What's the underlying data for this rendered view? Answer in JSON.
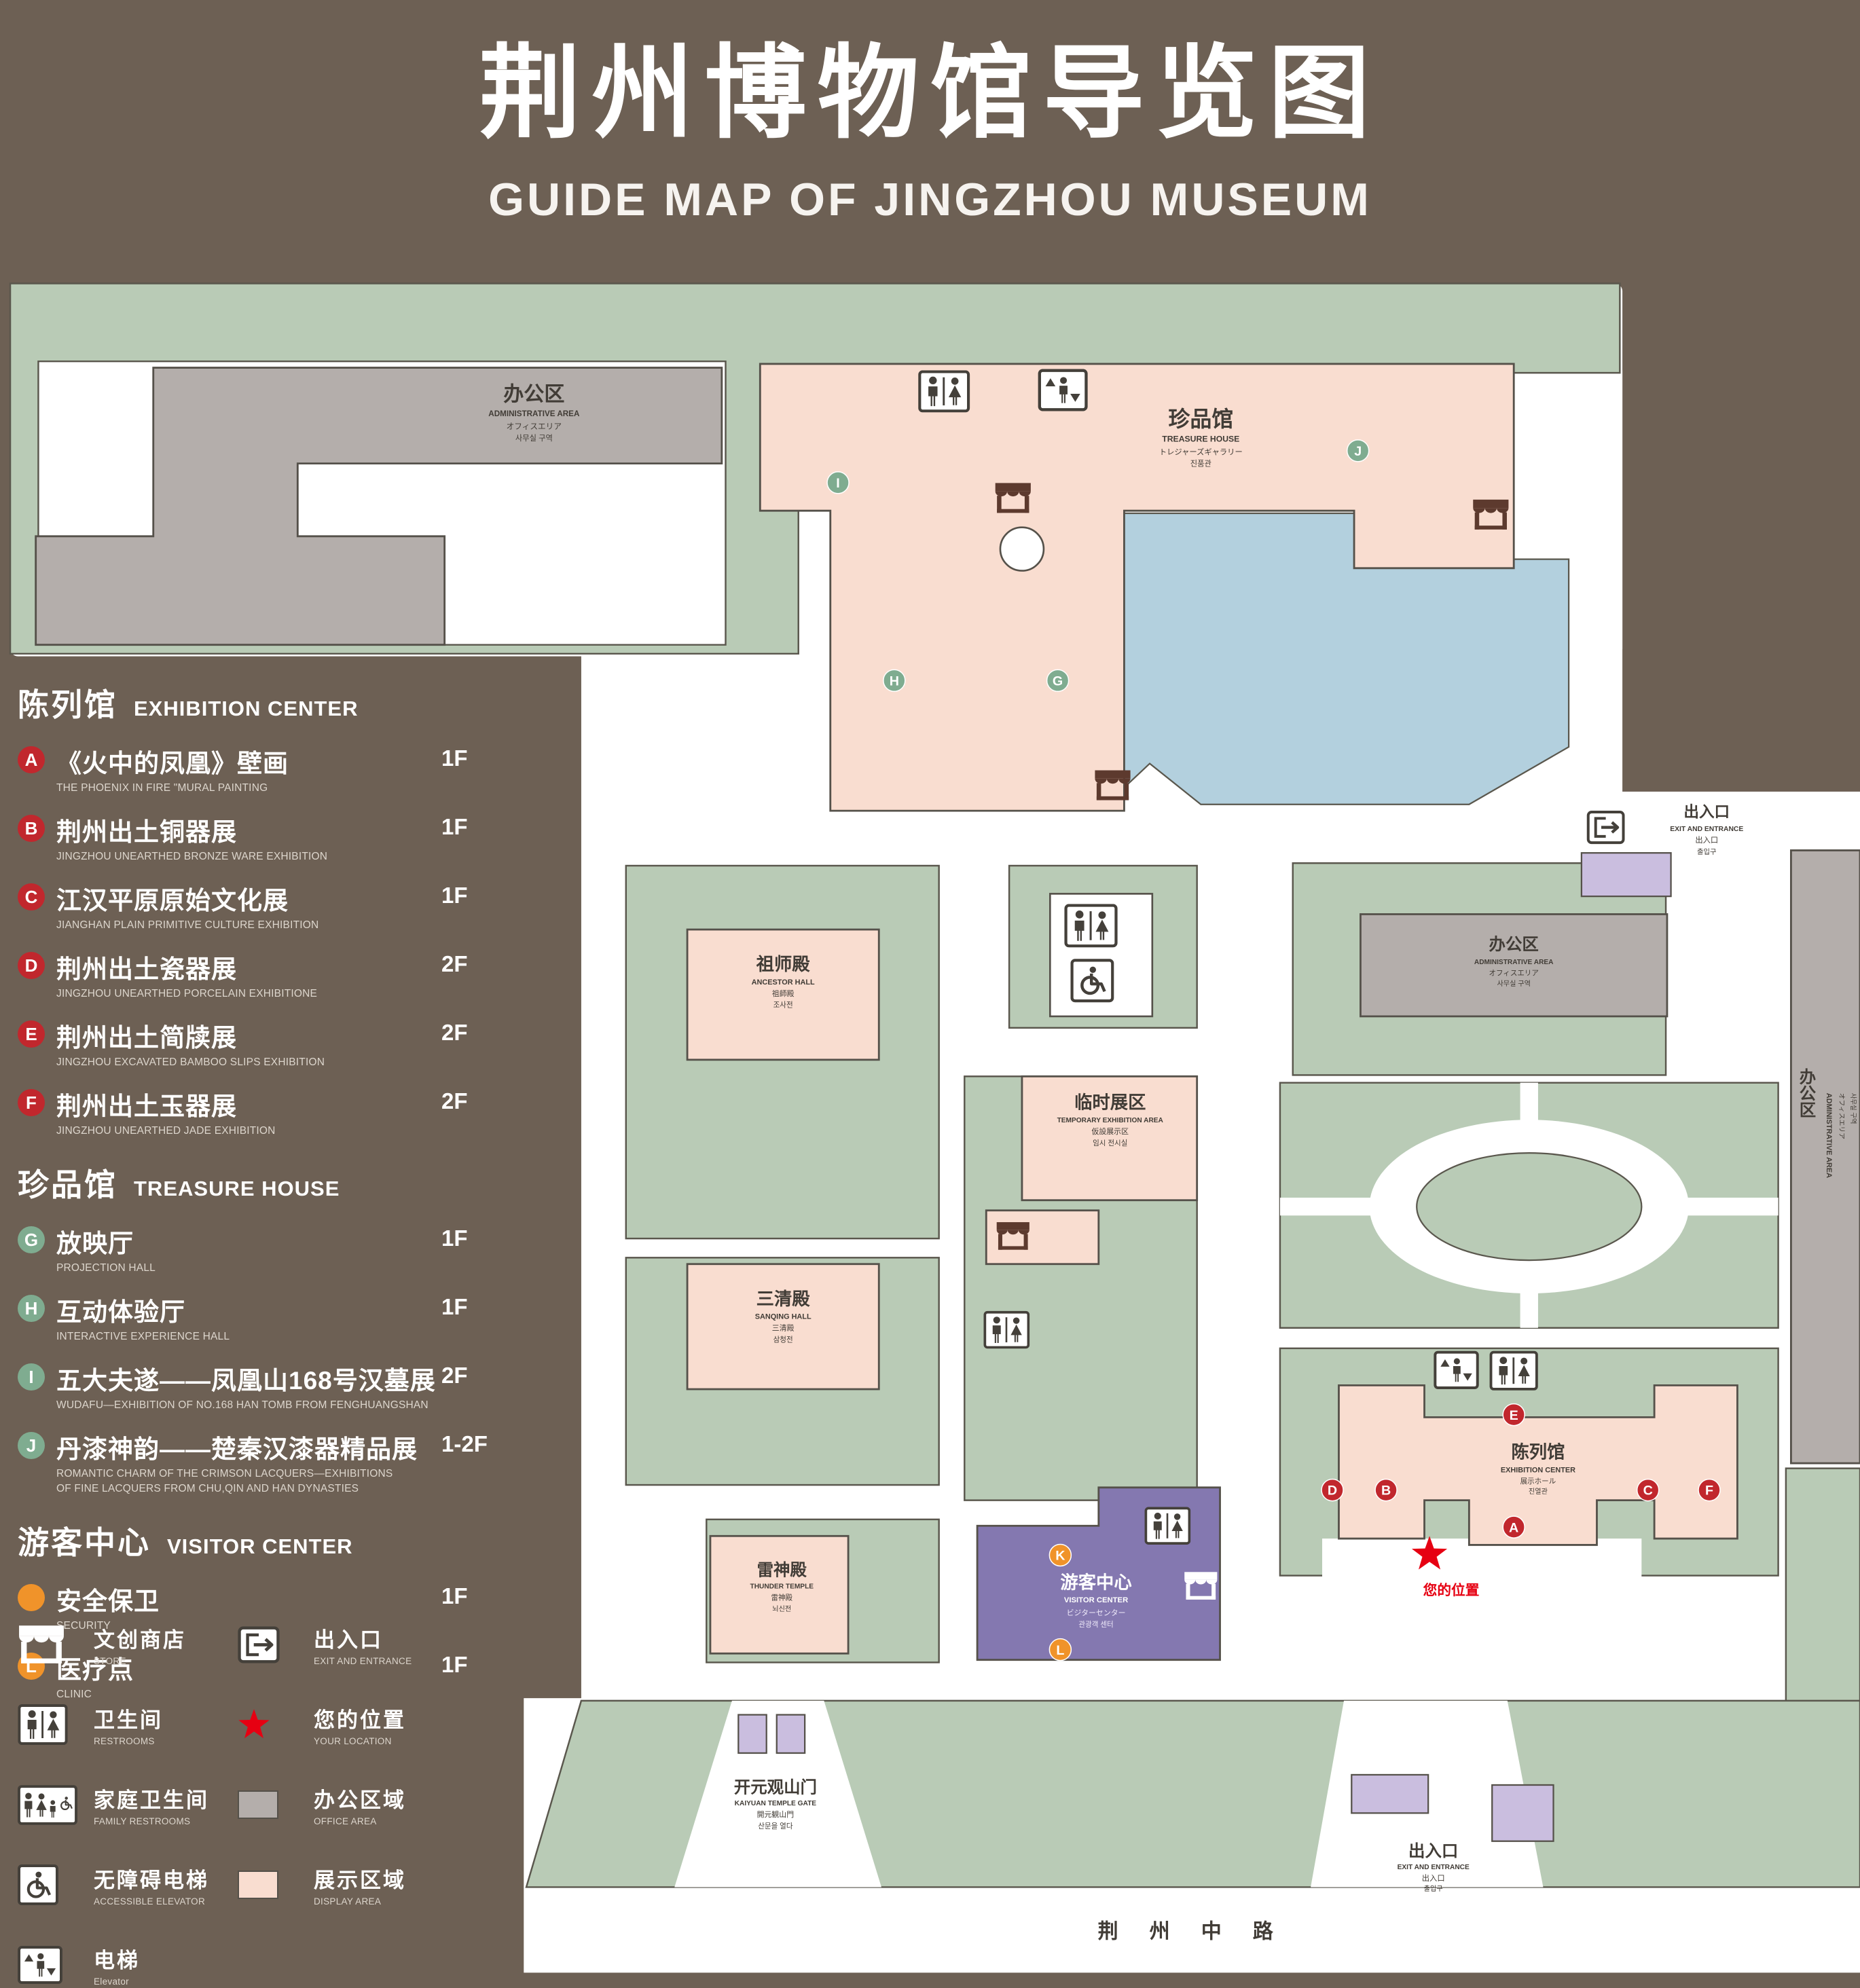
{
  "header": {
    "title_cn": "荆州博物馆导览图",
    "title_en": "GUIDE MAP OF JINGZHOU MUSEUM"
  },
  "sidebar": {
    "sections": [
      {
        "title_cn": "陈列馆",
        "title_en": "EXHIBITION CENTER",
        "items": [
          {
            "letter": "A",
            "cn": "《火中的凤凰》壁画",
            "en": "THE PHOENIX IN FIRE \"MURAL PAINTING",
            "floor": "1F"
          },
          {
            "letter": "B",
            "cn": "荆州出土铜器展",
            "en": "JINGZHOU UNEARTHED BRONZE WARE EXHIBITION",
            "floor": "1F"
          },
          {
            "letter": "C",
            "cn": "江汉平原原始文化展",
            "en": "JIANGHAN PLAIN PRIMITIVE CULTURE EXHIBITION",
            "floor": "1F"
          },
          {
            "letter": "D",
            "cn": "荆州出土瓷器展",
            "en": "JINGZHOU UNEARTHED PORCELAIN EXHIBITIONE",
            "floor": "2F"
          },
          {
            "letter": "E",
            "cn": "荆州出土简牍展",
            "en": "JINGZHOU EXCAVATED BAMBOO SLIPS EXHIBITION",
            "floor": "2F"
          },
          {
            "letter": "F",
            "cn": "荆州出土玉器展",
            "en": "JINGZHOU UNEARTHED JADE EXHIBITION",
            "floor": "2F"
          }
        ]
      },
      {
        "title_cn": "珍品馆",
        "title_en": "TREASURE HOUSE",
        "items": [
          {
            "letter": "G",
            "cn": "放映厅",
            "en": "PROJECTION HALL",
            "floor": "1F"
          },
          {
            "letter": "H",
            "cn": "互动体验厅",
            "en": "INTERACTIVE EXPERIENCE HALL",
            "floor": "1F"
          },
          {
            "letter": "I",
            "cn": "五大夫遂——凤凰山168号汉墓展",
            "en": "WUDAFU—EXHIBITION OF NO.168 HAN TOMB FROM FENGHUANGSHAN",
            "floor": "2F"
          },
          {
            "letter": "J",
            "cn": "丹漆神韵——楚秦汉漆器精品展",
            "en": "ROMANTIC CHARM OF THE CRIMSON LACQUERS—EXHIBITIONS",
            "en2": "OF FINE LACQUERS FROM CHU,QIN AND HAN DYNASTIES",
            "floor": "1-2F"
          }
        ]
      },
      {
        "title_cn": "游客中心",
        "title_en": "VISITOR CENTER",
        "items": [
          {
            "letter": "K",
            "cn": "安全保卫",
            "en": "SECURITY",
            "floor": "1F"
          },
          {
            "letter": "L",
            "cn": "医疗点",
            "en": "CLINIC",
            "floor": "1F"
          }
        ]
      }
    ]
  },
  "legend": {
    "items": {
      "store": {
        "cn": "文创商店",
        "en": "STORE"
      },
      "exit": {
        "cn": "出入口",
        "en": "EXIT AND ENTRANCE"
      },
      "restroom": {
        "cn": "卫生间",
        "en": "RESTROOMS"
      },
      "location": {
        "cn": "您的位置",
        "en": "YOUR LOCATION"
      },
      "family": {
        "cn": "家庭卫生间",
        "en": "FAMILY RESTROOMS"
      },
      "office": {
        "cn": "办公区域",
        "en": "OFFICE AREA"
      },
      "accessible": {
        "cn": "无障碍电梯",
        "en": "ACCESSIBLE ELEVATOR"
      },
      "display": {
        "cn": "展示区域",
        "en": "DISPLAY AREA"
      },
      "elevator": {
        "cn": "电梯",
        "en": "Elevator"
      }
    }
  },
  "map": {
    "admin_top": {
      "cn": "办公区",
      "en": "ADMINISTRATIVE AREA",
      "jp": "オフィスエリア",
      "kr": "사무실 구역"
    },
    "admin_right": {
      "cn": "办公区",
      "en": "ADMINISTRATIVE AREA",
      "jp": "オフィスエリア",
      "kr": "사무실 구역"
    },
    "admin_side": {
      "cn": "办公区",
      "en": "ADMINISTRATIVE AREA",
      "jp": "オフィスエリア",
      "kr": "사무실 구역"
    },
    "treasure": {
      "cn": "珍品馆",
      "en": "TREASURE HOUSE",
      "jp": "トレジャーズギャラリー",
      "kr": "진품관"
    },
    "ancestor": {
      "cn": "祖师殿",
      "en": "ANCESTOR HALL",
      "jp": "祖師殿",
      "kr": "조사전"
    },
    "sanqing": {
      "cn": "三清殿",
      "en": "SANQING HALL",
      "jp": "三清殿",
      "kr": "삼청전"
    },
    "thunder": {
      "cn": "雷神殿",
      "en": "THUNDER TEMPLE",
      "jp": "雷神殿",
      "kr": "뇌신전"
    },
    "temp": {
      "cn": "临时展区",
      "en": "TEMPORARY EXHIBITION AREA",
      "jp": "仮設展示区",
      "kr": "임시 전시실"
    },
    "exhibition": {
      "cn": "陈列馆",
      "en": "EXHIBITION CENTER",
      "jp": "展示ホール",
      "kr": "진열관"
    },
    "visitor": {
      "cn": "游客中心",
      "en": "VISITOR CENTER",
      "jp": "ビジターセンター",
      "kr": "관광객 센터"
    },
    "exit_right": {
      "cn": "出入口",
      "en": "EXIT AND ENTRANCE",
      "cn2": "出入口",
      "kr": "출입구"
    },
    "exit_bottom": {
      "cn": "出入口",
      "en": "EXIT AND ENTRANCE",
      "cn2": "出入口",
      "kr": "출입구"
    },
    "gate": {
      "cn": "开元观山门",
      "en": "KAIYUAN TEMPLE GATE",
      "jp": "開元観山門",
      "kr": "산문을 열다"
    },
    "road": "荆 州 中 路",
    "your_location": "您的位置"
  },
  "colors": {
    "background": "#6d6054",
    "lawn": "#b9cbb6",
    "display_area": "#f9ddd0",
    "office_area": "#b4aeab",
    "water": "#b3d0de",
    "visitor_center": "#8478b0",
    "entrance": "#cabedf",
    "marker_red": "#c1272d",
    "marker_green": "#7fac90",
    "marker_orange": "#f0932a",
    "location_red": "#e60012"
  }
}
